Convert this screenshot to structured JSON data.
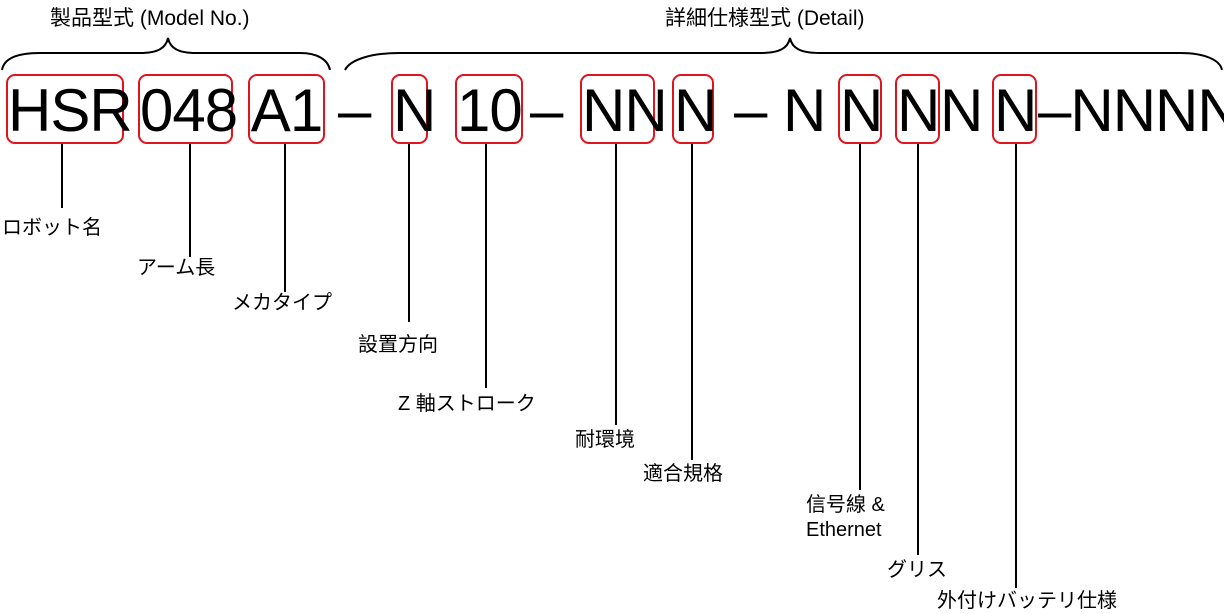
{
  "titles": {
    "model": "製品型式 (Model No.)",
    "detail": "詳細仕様型式 (Detail)"
  },
  "code_segments": {
    "robot_name": "HSR",
    "arm_length": "048",
    "mech_type": "A1",
    "dash1": "–",
    "mounting": "N",
    "z_stroke": "10",
    "dash2": "–",
    "environment": "NN",
    "standard": "N",
    "dash3": "–",
    "plain_n": "N",
    "signal": "N",
    "grease": "N",
    "plain_n2": "N",
    "battery": "N",
    "tail": "–NNNN"
  },
  "labels": {
    "robot_name": "ロボット名",
    "arm_length": "アーム長",
    "mech_type": "メカタイプ",
    "mounting": "設置方向",
    "z_stroke": "Z 軸ストローク",
    "environment": "耐環境",
    "standard": "適合規格",
    "signal_line1": "信号線 &",
    "signal_line2": "Ethernet",
    "grease": "グリス",
    "battery": "外付けバッテリ仕様"
  },
  "colors": {
    "highlight": "#e0141e"
  }
}
